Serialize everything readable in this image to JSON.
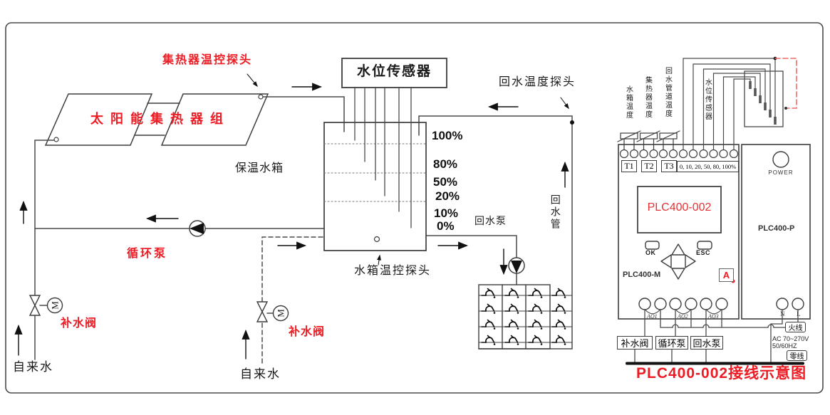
{
  "diagram": {
    "collector_probe_label": "集热器温控探头",
    "collector_label": "太阳能集热器组",
    "tank_label": "保温水箱",
    "level_sensor_label": "水位传感器",
    "levels": [
      "100%",
      "80%",
      "50%",
      "20%",
      "10%",
      "0%"
    ],
    "tank_probe_label": "水箱温控探头",
    "return_probe_label": "回水温度探头",
    "return_pipe_label": "回水管",
    "return_pump_label": "回水泵",
    "circulation_pump_label": "循环泵",
    "refill_valve_label": "补水阀",
    "refill_valve2_label": "补水阀",
    "tap_water_label": "自来水",
    "tap_water2_label": "自来水",
    "motor_letter": "M"
  },
  "plc": {
    "input_labels": [
      "水箱温度",
      "集热器温度",
      "回水管道温度",
      "水位传感器"
    ],
    "terminals": [
      "T1",
      "T2",
      "T3"
    ],
    "level_terminals": "0, 10, 20, 50, 80, 100%",
    "display": "PLC400-002",
    "ok": "OK",
    "esc": "ESC",
    "a_badge": "A",
    "module_main": "PLC400-M",
    "module_power": "PLC400-P",
    "power_label": "POWER",
    "aq_labels": [
      "AQ1",
      "AQ2",
      "AQ3"
    ],
    "output_boxes": [
      "补水阀",
      "循环泵",
      "回水泵"
    ],
    "n_label": "N",
    "l_label": "L",
    "live_label": "火线",
    "neutral_label": "零线",
    "ac_line1": "AC 70~270V",
    "ac_line2": "50/60HZ",
    "title": "PLC400-002接线示意图"
  },
  "colors": {
    "label_red": "#ed1c24",
    "dashed_red": "#f26b6b",
    "line": "#3d3d3d",
    "arrow": "#111111"
  }
}
